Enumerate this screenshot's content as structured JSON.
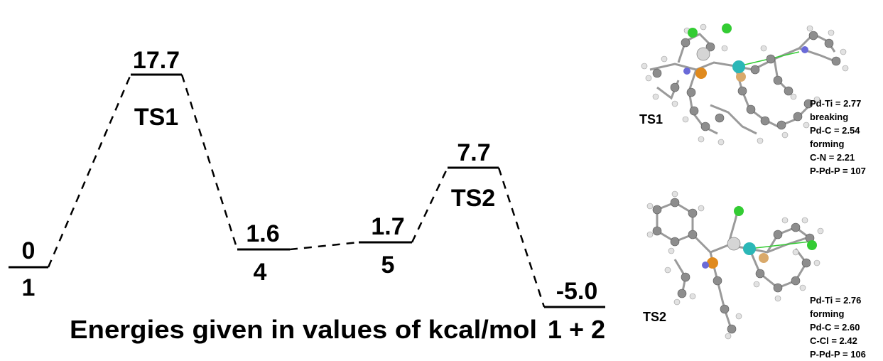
{
  "diagram": {
    "levels": [
      {
        "id": "L1",
        "energy": "0",
        "label": "1"
      },
      {
        "id": "TS1",
        "energy": "17.7",
        "label": "TS1"
      },
      {
        "id": "L4",
        "energy": "1.6",
        "label": "4"
      },
      {
        "id": "L5",
        "energy": "1.7",
        "label": "5"
      },
      {
        "id": "TS2",
        "energy": "7.7",
        "label": "TS2"
      },
      {
        "id": "P",
        "energy": "-5.0",
        "label": "1 + 2"
      }
    ],
    "footer": "Energies given in values of kcal/mol"
  },
  "structures": [
    {
      "name": "TS1",
      "params": [
        "Pd-Ti = 2.77",
        "breaking",
        "Pd-C = 2.54",
        "forming",
        "C-N = 2.21",
        "P-Pd-P = 107"
      ]
    },
    {
      "name": "TS2",
      "params": [
        "Pd-Ti = 2.76",
        "forming",
        "Pd-C = 2.60",
        "C-Cl = 2.42",
        "P-Pd-P = 106"
      ]
    }
  ],
  "colors": {
    "line": "#000000",
    "carbon": "#8a8a8a",
    "hydrogen": "#d9d9d9",
    "chlorine": "#33cc33",
    "palladium": "#2bb7b7",
    "phosphorus": "#e08a1e",
    "nitrogen": "#6a6ad8",
    "titanium": "#cfcfcf"
  }
}
